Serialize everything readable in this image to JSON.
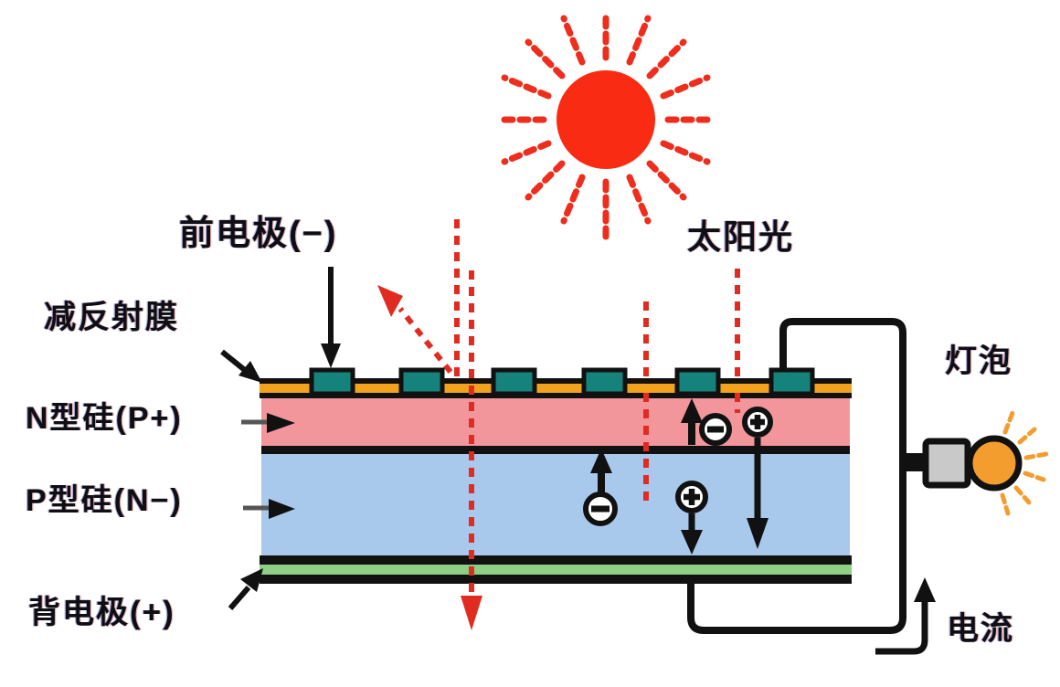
{
  "diagram": {
    "subject": "solar-cell-photovoltaic-principle"
  },
  "labels": {
    "front_electrode": "前电极(−)",
    "sunlight": "太阳光",
    "ar_film": "减反射膜",
    "n_silicon": "N型硅(P+)",
    "p_silicon": "P型硅(N−)",
    "back_electrode": "背电极(+)",
    "bulb": "灯泡",
    "current": "电流"
  },
  "icons": {
    "sun": "sun-icon",
    "electron": "minus-in-circle-icon",
    "hole": "plus-in-circle-icon",
    "bulb": "light-bulb-icon",
    "light_ray": "red-dashed-ray",
    "wire": "circuit-wire"
  },
  "colors": {
    "sun": "#fa2b13",
    "sun_ray": "#ee2d1c",
    "light_beam": "#e02b20",
    "n_layer": "#f2969c",
    "p_layer": "#a9c9ec",
    "ar_film_strip": "#f2a21c",
    "electrode_teal": "#15837c",
    "back_electrode_green": "#8fce85",
    "bulb_glass": "#f49d2f",
    "socket_gray": "#c9c9c9",
    "line_black": "#111111"
  }
}
